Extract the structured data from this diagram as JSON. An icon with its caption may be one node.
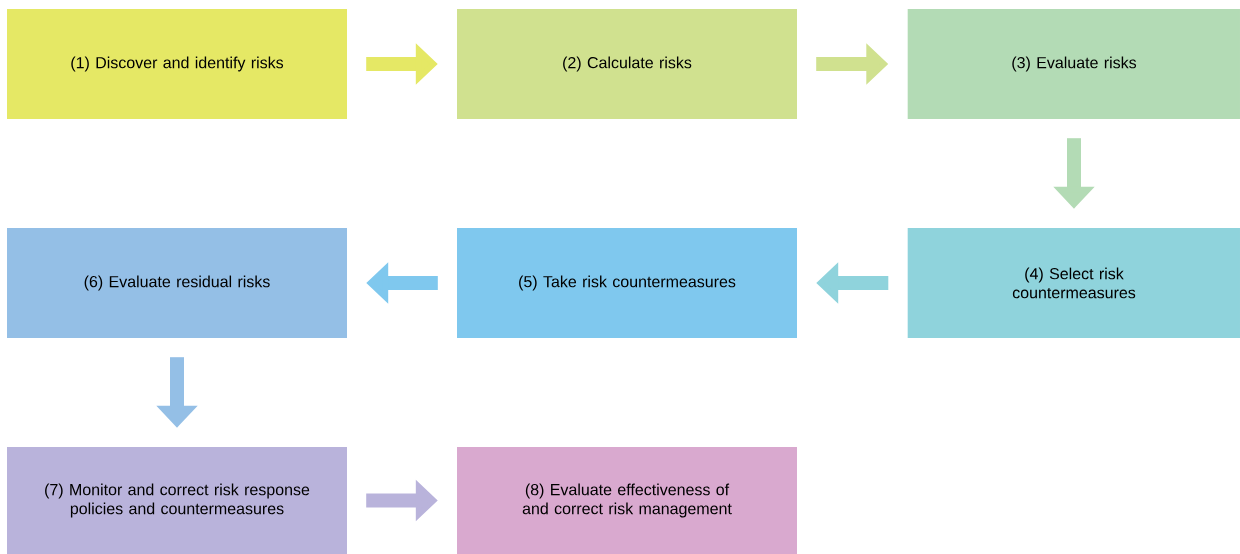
{
  "diagram": {
    "nodes": [
      {
        "text": [
          "(1) Discover and identify risks"
        ]
      },
      {
        "text": [
          "(2) Calculate risks"
        ]
      },
      {
        "text": [
          "(3) Evaluate risks"
        ]
      },
      {
        "text": [
          "(4) Select risk countermeasures"
        ]
      },
      {
        "text": [
          "(5) Take risk countermeasures"
        ]
      },
      {
        "text": [
          "(6) Evaluate residual risks"
        ]
      },
      {
        "text": [
          "(7) Monitor and correct risk response policies and countermeasures"
        ]
      },
      {
        "text": [
          "(8) Evaluate effectiveness of and correct risk management"
        ]
      }
    ],
    "edges": [
      {
        "from": 0,
        "to": 1,
        "arrow": "to",
        "color": "#e5e865"
      },
      {
        "from": 1,
        "to": 2,
        "arrow": "to",
        "color": "#d0e18f"
      },
      {
        "from": 2,
        "to": 3,
        "arrow": "to",
        "color": "#b3dbb5"
      },
      {
        "from": 3,
        "to": 4,
        "arrow": "to",
        "color": "#8fd3dc"
      },
      {
        "from": 4,
        "to": 5,
        "arrow": "to",
        "color": "#7fc8ee"
      },
      {
        "from": 5,
        "to": 6,
        "arrow": "to",
        "color": "#94bfe6"
      },
      {
        "from": 6,
        "to": 7,
        "arrow": "to",
        "color": "#b9b3db"
      }
    ]
  }
}
